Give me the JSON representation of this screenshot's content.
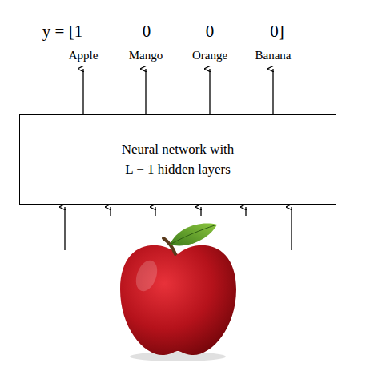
{
  "diagram": {
    "nodes": [
      {
        "text": [
          "Neural network with L − 1 hidden layers"
        ]
      }
    ],
    "labels": [
      "y = [1",
      "0",
      "0",
      "0]",
      "Apple",
      "Mango",
      "Orange",
      "Banana"
    ]
  }
}
